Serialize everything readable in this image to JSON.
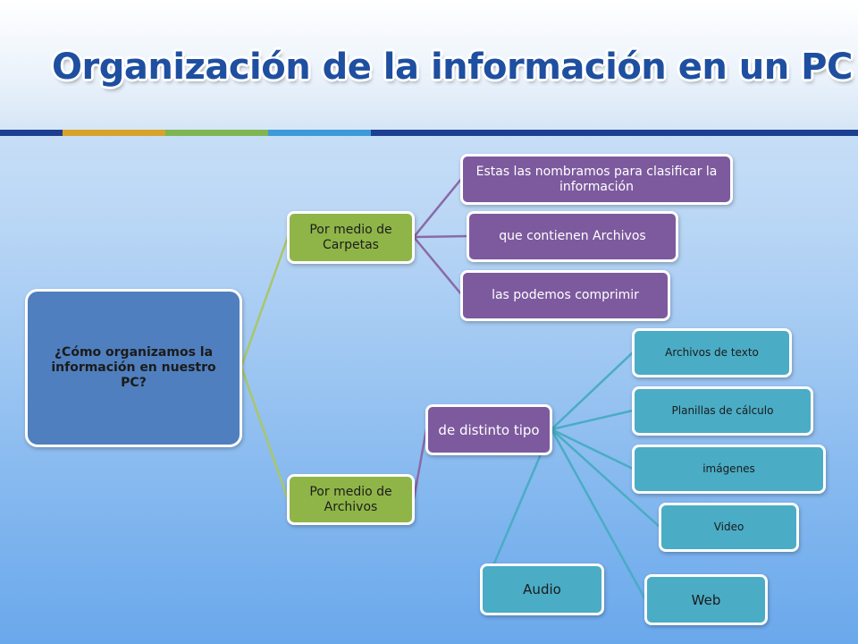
{
  "slide": {
    "title": "Organización de la información en un PC"
  },
  "diagram": {
    "root": "¿Cómo organizamos la información en nuestro PC?",
    "branch_carpetas": {
      "label": "Por medio de Carpetas",
      "items": [
        "Estas las nombramos para clasificar la información",
        "que contienen Archivos",
        "las podemos comprimir"
      ]
    },
    "branch_archivos": {
      "label": "Por medio de Archivos",
      "sub": "de distinto tipo",
      "types": [
        "Archivos de texto",
        "Planillas de cálculo",
        "imágenes",
        "Video",
        "Web",
        "Audio"
      ]
    }
  },
  "colors": {
    "root": "#4f7fbe",
    "green": "#8fb548",
    "purple": "#7d5a9e",
    "teal": "#4aacc5",
    "title": "#1e4fa0"
  }
}
